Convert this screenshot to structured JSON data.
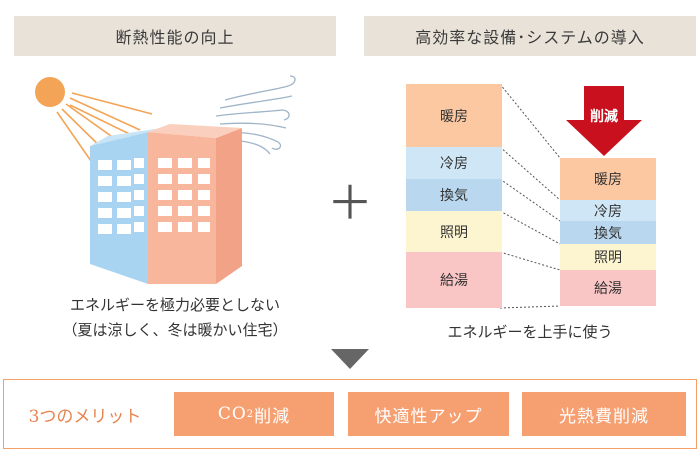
{
  "left": {
    "header": "断熱性能の向上",
    "caption_line1": "エネルギーを極力必要としない",
    "caption_line2": "（夏は涼しく、冬は暖かい住宅）"
  },
  "right": {
    "header": "高効率な設備･システムの導入",
    "caption": "エネルギーを上手に使う",
    "cut_label": "削減",
    "before": [
      {
        "label": "暖房",
        "color": "#fbc8a2"
      },
      {
        "label": "冷房",
        "color": "#cfe6f6"
      },
      {
        "label": "換気",
        "color": "#b9d8ef"
      },
      {
        "label": "照明",
        "color": "#fdf5cf"
      },
      {
        "label": "給湯",
        "color": "#f9c5c5"
      }
    ],
    "after": [
      {
        "label": "暖房",
        "color": "#fbc8a2"
      },
      {
        "label": "冷房",
        "color": "#cfe6f6"
      },
      {
        "label": "換気",
        "color": "#b9d8ef"
      },
      {
        "label": "照明",
        "color": "#fdf5cf"
      },
      {
        "label": "給湯",
        "color": "#f9c5c5"
      }
    ]
  },
  "plus_sign": "＋",
  "merits": {
    "title": "3つのメリット",
    "items": [
      {
        "text_main": "CO",
        "text_sub": "2",
        "text_rest": "削減"
      },
      {
        "text_main": "快適性アップ"
      },
      {
        "text_main": "光熱費削減"
      }
    ]
  },
  "colors": {
    "header_bg": "#e9e2d8",
    "sun": "#f3a456",
    "building_blue": "#a9d4f1",
    "building_pink": "#f8b69c",
    "arrow_red": "#c8101e",
    "merit_orange": "#f6a072"
  }
}
